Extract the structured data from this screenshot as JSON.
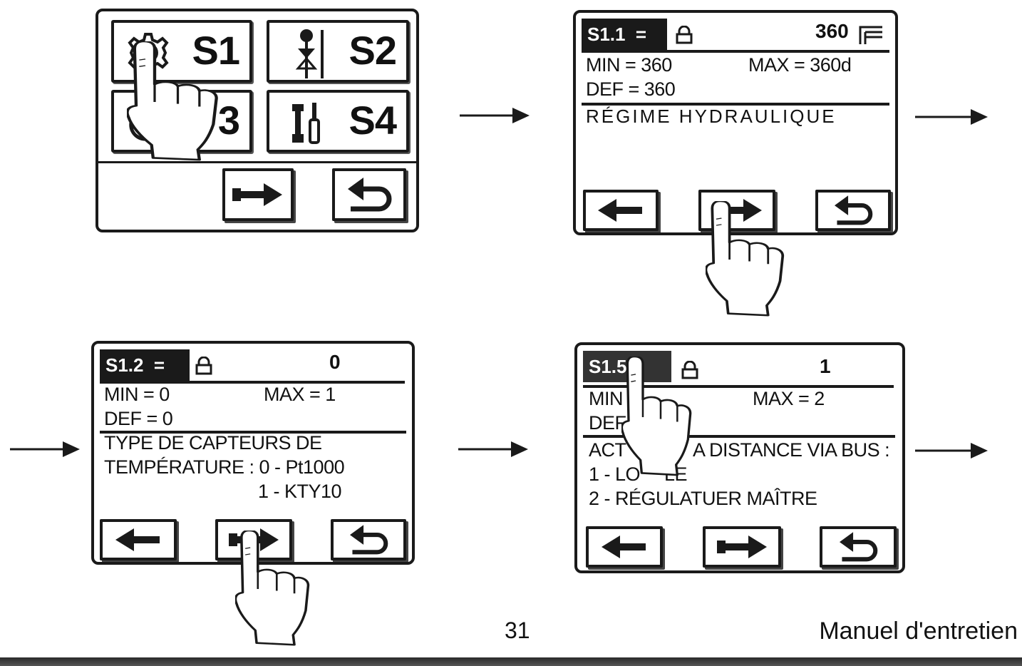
{
  "menu_screen": {
    "tiles": [
      {
        "label": "S1",
        "icon": "gear-icon"
      },
      {
        "label": "S2",
        "icon": "valve-icon"
      },
      {
        "label": "3",
        "icon": "obscured-icon"
      },
      {
        "label": "S4",
        "icon": "tools-icon"
      }
    ],
    "next_icon": "arrow-right-icon",
    "back_icon": "return-icon"
  },
  "screen_s1_1": {
    "id": "S1.1  =",
    "value": "360",
    "min": "MIN = 360",
    "max": "MAX = 360d",
    "def": "DEF = 360",
    "desc": "RÉGIME HYDRAULIQUE"
  },
  "screen_s1_2": {
    "id": "S1.2  =",
    "value": "0",
    "min": "MIN = 0",
    "max": "MAX = 1",
    "def": "DEF = 0",
    "desc_line1": "TYPE DE CAPTEURS DE",
    "desc_line2": "TEMPÉRATURE : 0 - Pt1000",
    "desc_line3": "1 - KTY10"
  },
  "screen_s1_5": {
    "id": "S1.5",
    "value": "1",
    "min": "MIN",
    "max": "MAX = 2",
    "def": "DEF",
    "desc_line1a": "ACT",
    "desc_line1b": "A DISTANCE VIA BUS :",
    "desc_line2": "1 - LO",
    "desc_line2b": "LE",
    "desc_line3": "2 - RÉGULATUER MAÎTRE"
  },
  "footer": {
    "page_number": "31",
    "document_title": "Manuel d'entretien"
  },
  "colors": {
    "ink": "#1a1a1a",
    "paper": "#ffffff"
  }
}
